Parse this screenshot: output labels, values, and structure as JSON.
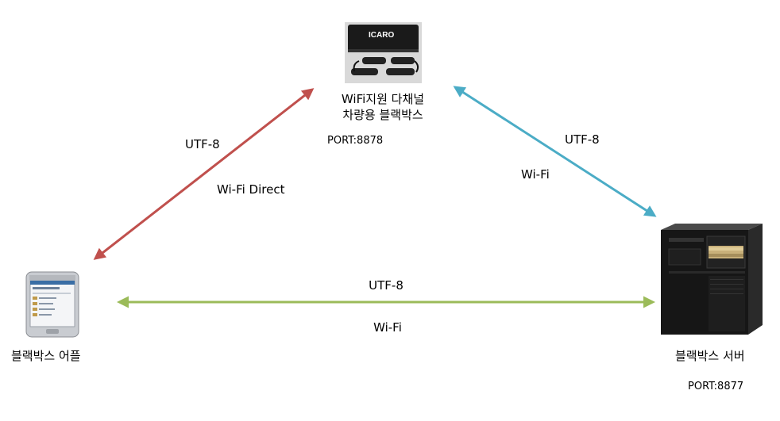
{
  "nodes": {
    "blackbox": {
      "title_line1": "WiFi지원 다채널",
      "title_line2": "차량용 블랙박스",
      "port": "PORT:8878",
      "device_brand": "ICARO"
    },
    "app": {
      "title": "블랙박스 어플"
    },
    "server": {
      "title": "블랙박스 서버",
      "port": "PORT:8877"
    }
  },
  "links": {
    "app_blackbox": {
      "encoding": "UTF-8",
      "transport": "Wi-Fi Direct",
      "color": "#c0504d"
    },
    "blackbox_server": {
      "encoding": "UTF-8",
      "transport": "Wi-Fi",
      "color": "#4bacc6"
    },
    "app_server": {
      "encoding": "UTF-8",
      "transport": "Wi-Fi",
      "color": "#9bbb59"
    }
  }
}
